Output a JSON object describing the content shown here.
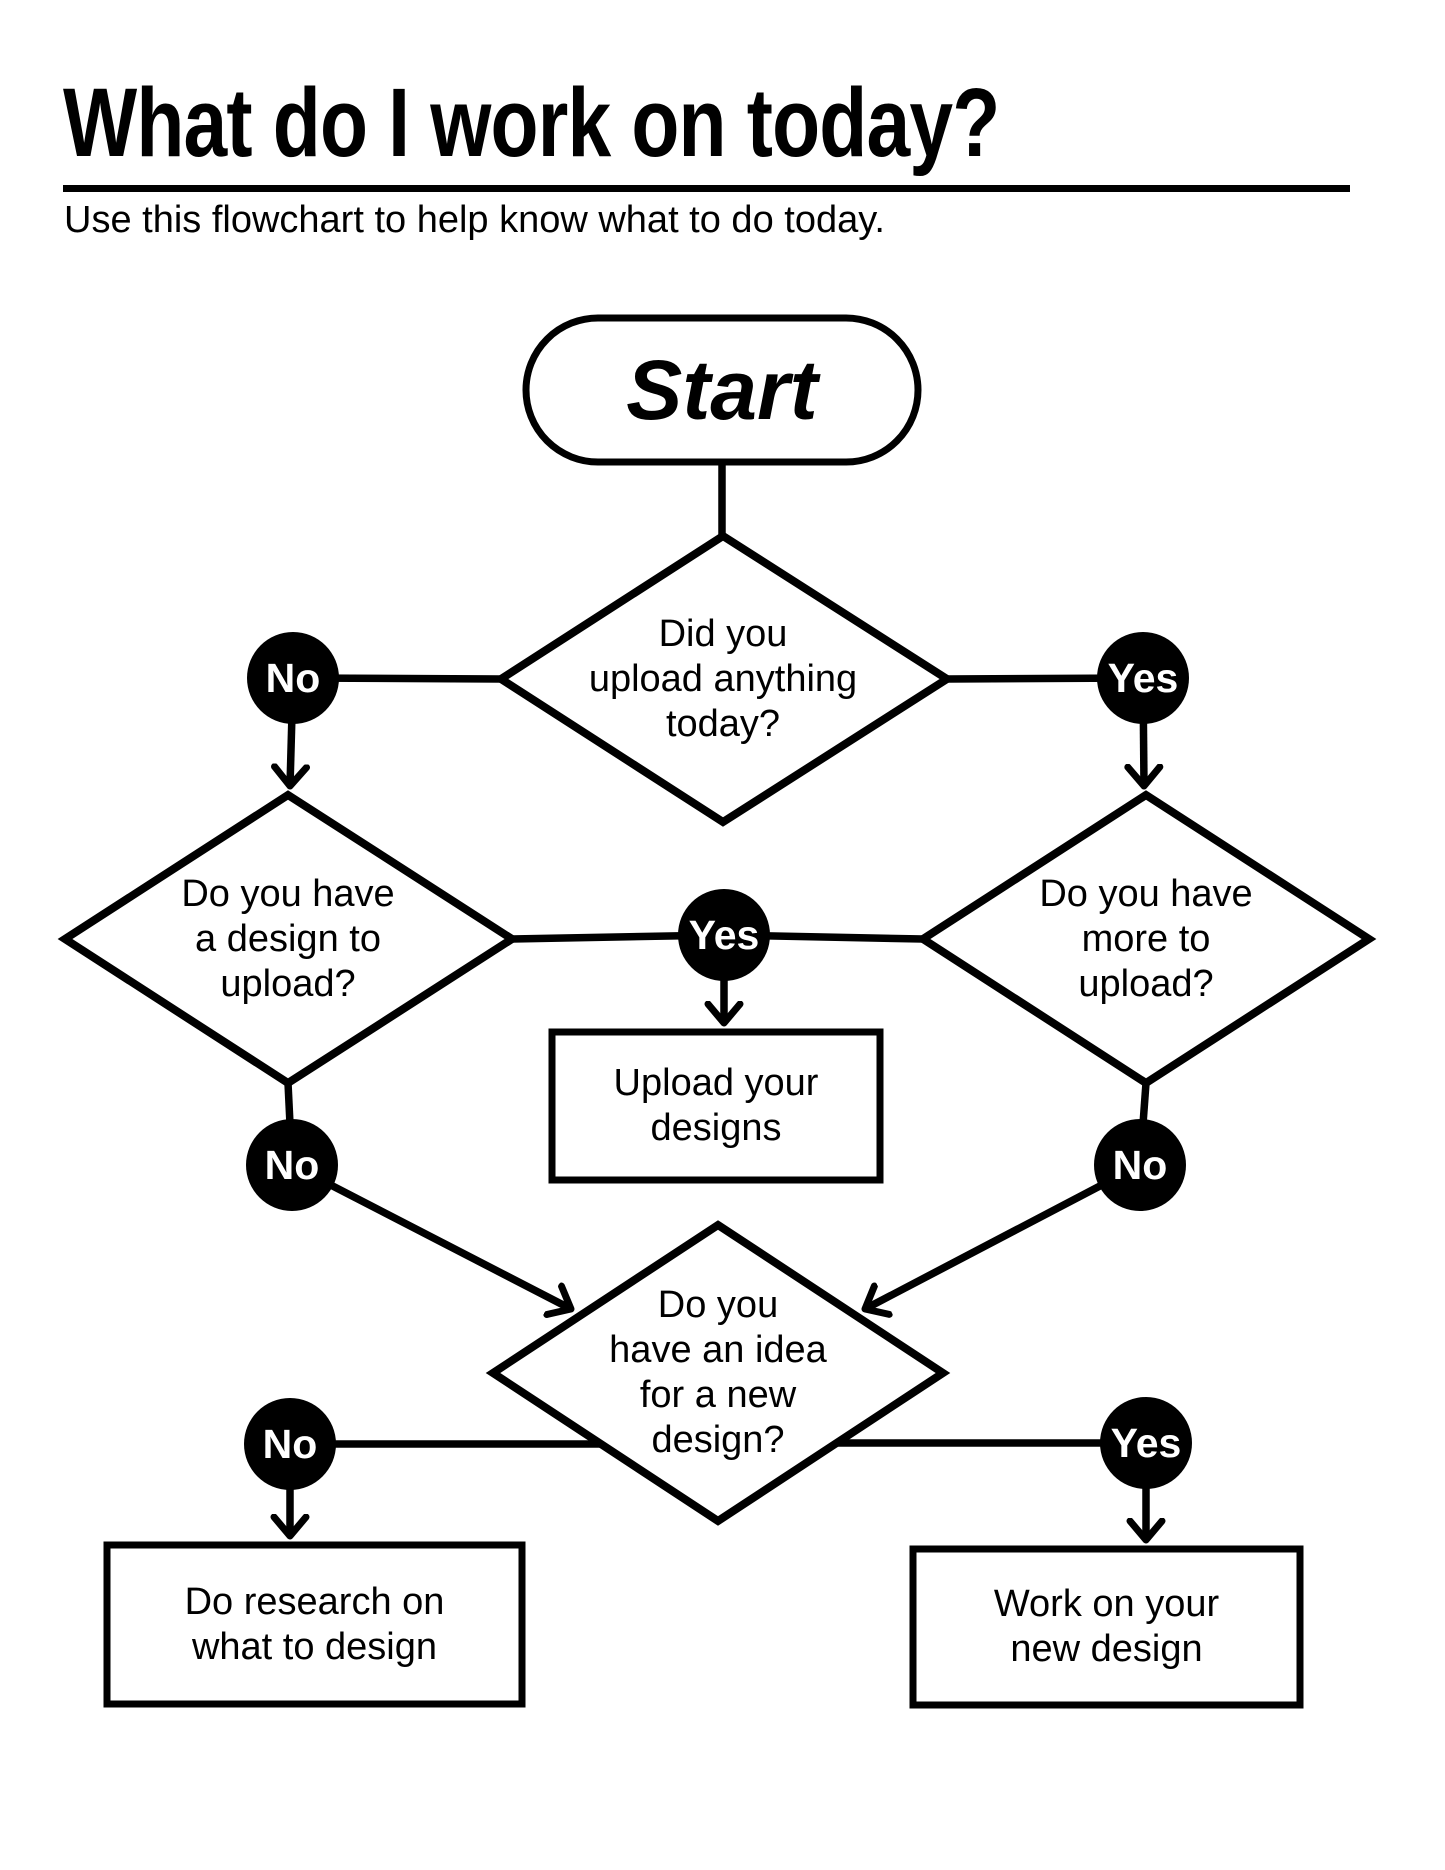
{
  "header": {
    "title": "What do I work on today?",
    "subtitle": "Use this flowchart to help know what to do today."
  },
  "flow": {
    "start_label": "Start",
    "yes_label": "Yes",
    "no_label": "No",
    "q_upload_today": [
      "Did you",
      "upload anything",
      "today?"
    ],
    "q_design_to_upload": [
      "Do you have",
      "a design to",
      "upload?"
    ],
    "q_more_to_upload": [
      "Do you have",
      "more to",
      "upload?"
    ],
    "q_idea_new_design": [
      "Do you",
      "have an idea",
      "for a new",
      "design?"
    ],
    "a_upload_designs": [
      "Upload your",
      "designs"
    ],
    "a_do_research": [
      "Do research on",
      "what to design"
    ],
    "a_work_new_design": [
      "Work on your",
      "new design"
    ]
  },
  "colors": {
    "ink": "#000000",
    "paper": "#ffffff"
  }
}
